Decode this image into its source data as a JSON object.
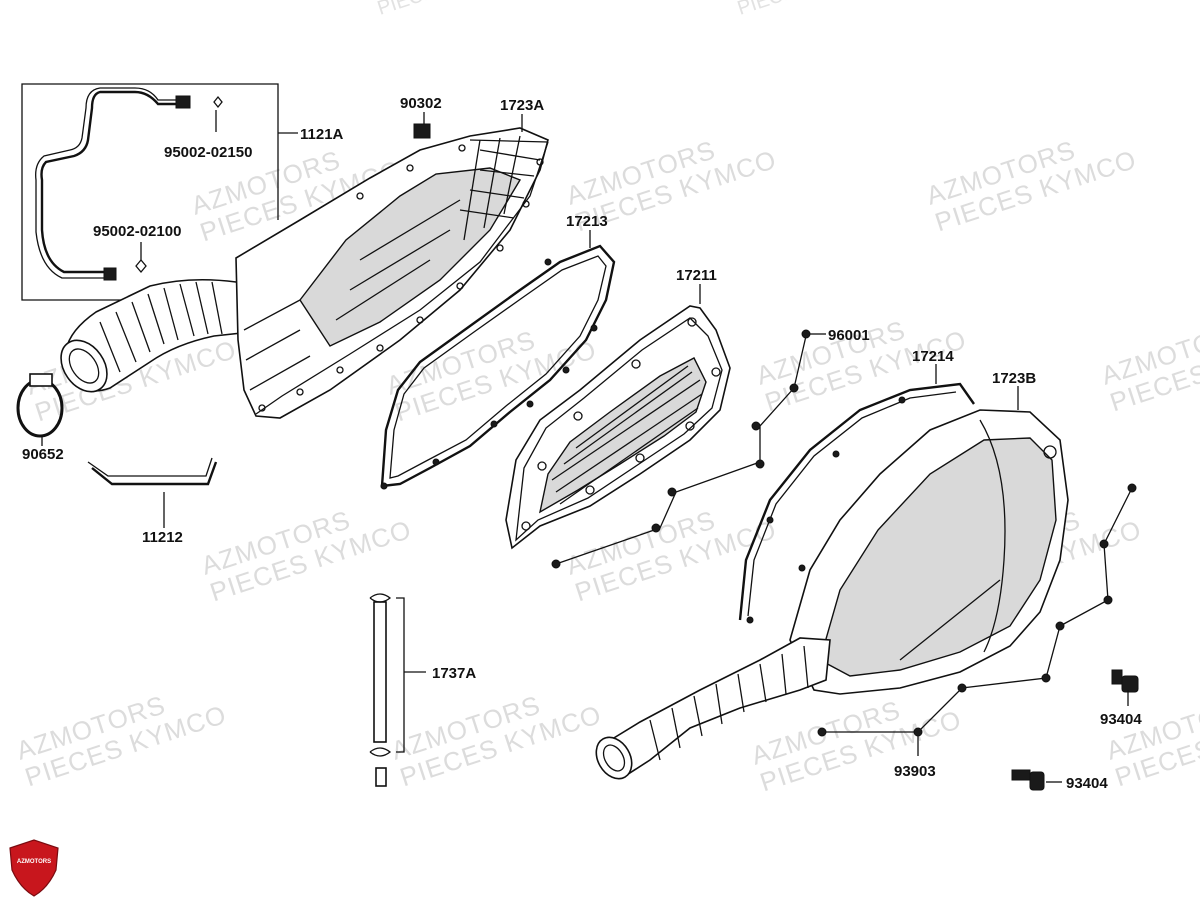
{
  "watermark": {
    "line1": "AZMOTORS",
    "line2": "PIECES KYMCO"
  },
  "logo": {
    "text": "AZMOTORS",
    "color": "#c8161d"
  },
  "parts": {
    "p1121A": "1121A",
    "p95002_02150": "95002-02150",
    "p95002_02100": "95002-02100",
    "p90302": "90302",
    "p1723A": "1723A",
    "p17213": "17213",
    "p17211": "17211",
    "p96001": "96001",
    "p17214": "17214",
    "p1723B": "1723B",
    "p90652": "90652",
    "p11212": "11212",
    "p1737A": "1737A",
    "p93404a": "93404",
    "p93903": "93903",
    "p93404b": "93404"
  }
}
